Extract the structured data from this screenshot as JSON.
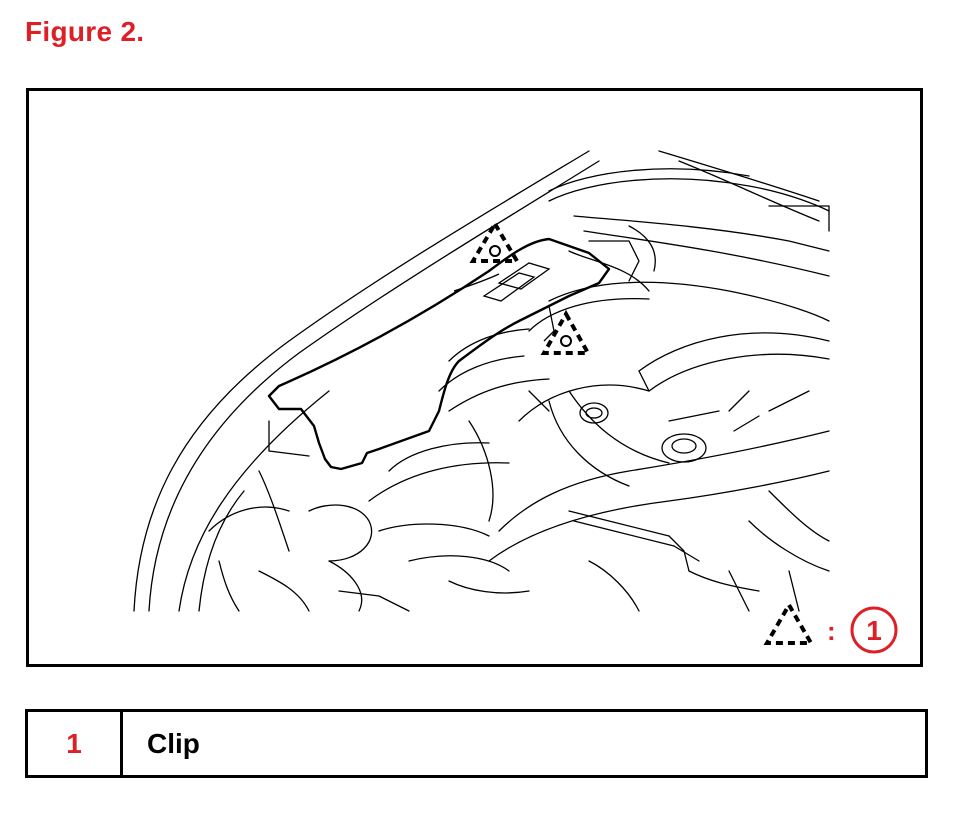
{
  "header": {
    "title": "Figure 2."
  },
  "figure": {
    "key_separator": ":",
    "key_number": "1",
    "colors": {
      "accent": "#dd1f26",
      "line": "#000000"
    }
  },
  "legend": {
    "rows": [
      {
        "number": "1",
        "label": "Clip"
      }
    ]
  }
}
